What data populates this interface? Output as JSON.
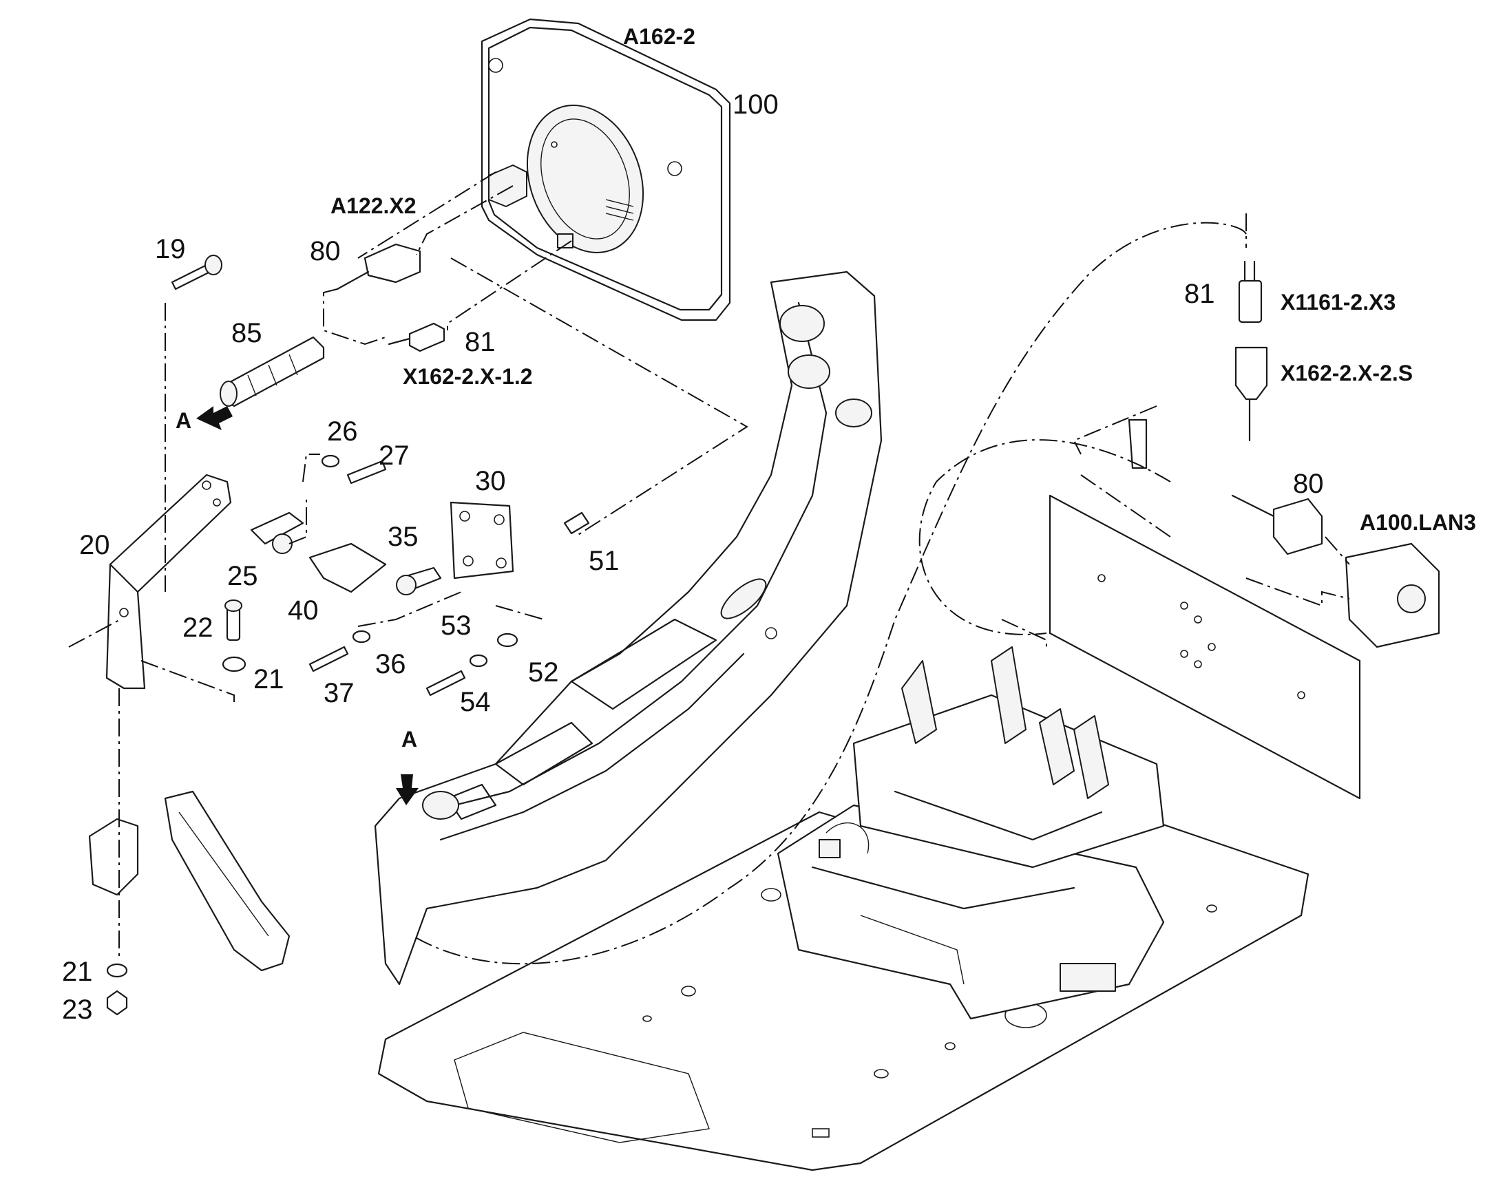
{
  "callouts": {
    "n100": "100",
    "n80a": "80",
    "n19": "19",
    "n85": "85",
    "n81a": "81",
    "n26": "26",
    "n27": "27",
    "n30": "30",
    "n20": "20",
    "n25": "25",
    "n35": "35",
    "n51": "51",
    "n40": "40",
    "n22": "22",
    "n53": "53",
    "n21a": "21",
    "n36": "36",
    "n52": "52",
    "n37": "37",
    "n54": "54",
    "n81b": "81",
    "n80b": "80",
    "n21b": "21",
    "n23": "23"
  },
  "designations": {
    "display": "A162-2",
    "connector_a122": "A122.X2",
    "connector_x162_12": "X162-2.X-1.2",
    "connector_x1161": "X1161-2.X3",
    "connector_x162_2s": "X162-2.X-2.S",
    "connector_lan3": "A100.LAN3"
  },
  "view_markers": {
    "upper": "A",
    "lower": "A"
  }
}
